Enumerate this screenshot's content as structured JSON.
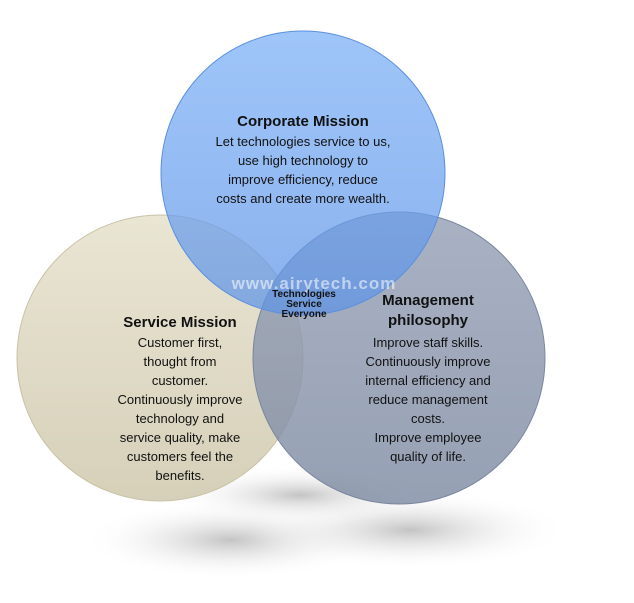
{
  "diagram": {
    "circles": [
      {
        "id": "corporate",
        "title": "Corporate Mission",
        "text": "Let technologies service to us,\nuse high technology to\nimprove efficiency, reduce\ncosts and create more wealth.",
        "color": "#6ea3f2"
      },
      {
        "id": "service",
        "title": "Service Mission",
        "text": "Customer first,\nthought  from\ncustomer.\nContinuously improve\ntechnology and\nservice quality, make\ncustomers  feel the\nbenefits.",
        "color": "#dcd6c0"
      },
      {
        "id": "management",
        "title": "Management\nphilosophy",
        "text": "Improve staff skills.\nContinuously improve\ninternal efficiency and\nreduce management\ncosts.\nImprove employee\nquality of life.",
        "color": "#8c97ad"
      }
    ],
    "center_text": "Technologies\nService\nEveryone",
    "watermark": "www.airytech.com"
  }
}
